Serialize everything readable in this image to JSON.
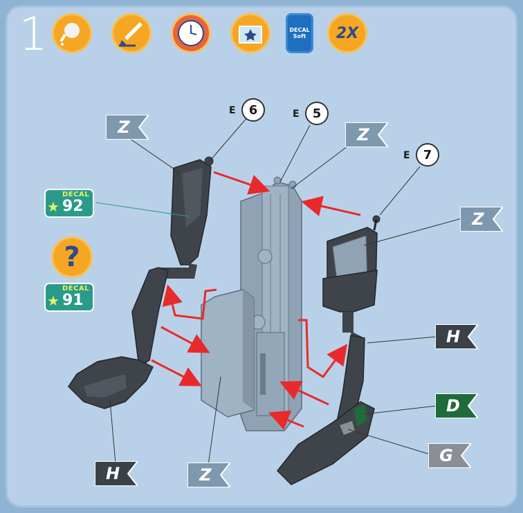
{
  "step": {
    "number": "1"
  },
  "tool_icons": [
    {
      "icon": "glue-icon"
    },
    {
      "icon": "paint-brush-icon"
    },
    {
      "icon": "clock-icon"
    },
    {
      "icon": "water-decal-icon"
    },
    {
      "icon": "decal-soft-bottle-icon",
      "bottle_label": "DECAL",
      "bottle_sub": "Soft"
    },
    {
      "icon": "repeat-icon",
      "label": "2X"
    }
  ],
  "decals": [
    {
      "label": "DECAL",
      "number": "92"
    },
    {
      "label": "DECAL",
      "number": "91"
    }
  ],
  "question_mark": "?",
  "paint_flags": {
    "z_top_left": "Z",
    "z_top_center": "Z",
    "z_right": "Z",
    "h_right": "H",
    "d_right": "D",
    "g_right": "G",
    "h_bottom_left": "H",
    "z_bottom": "Z"
  },
  "part_refs": [
    {
      "sprue": "E",
      "number": "6"
    },
    {
      "sprue": "E",
      "number": "5"
    },
    {
      "sprue": "E",
      "number": "7"
    }
  ],
  "colors": {
    "background": "#b9d1e8",
    "icon_orange": "#f5a623",
    "flag_gray_blue": "#7e98ad",
    "flag_dark": "#3b4149",
    "flag_green": "#1f6b3a",
    "flag_gray": "#8a8f95",
    "arrow_red": "#e82a2a",
    "part_dark": "#3f434a",
    "part_light": "#8fa3b5",
    "decal_green": "#2a9b8a"
  }
}
